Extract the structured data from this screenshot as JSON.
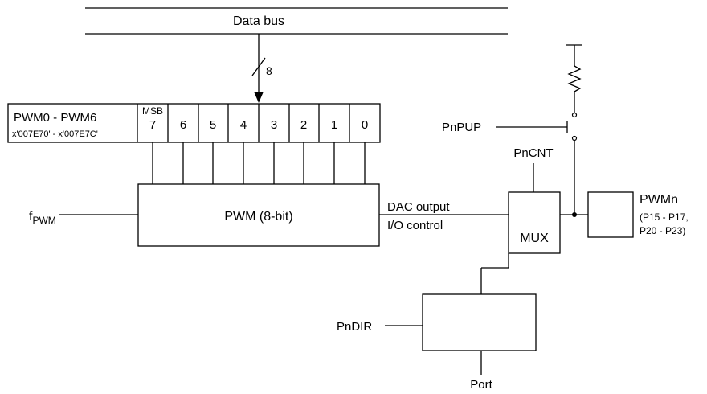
{
  "data_bus": {
    "label": "Data bus",
    "width_label": "8"
  },
  "register": {
    "name": "PWM0 - PWM6",
    "address": "x'007E70' - x'007E7C'",
    "msb_label": "MSB",
    "bits": [
      "7",
      "6",
      "5",
      "4",
      "3",
      "2",
      "1",
      "0"
    ]
  },
  "pwm_block": {
    "label": "PWM (8-bit)"
  },
  "clock_input": {
    "base": "f",
    "subscript": "PWM"
  },
  "dac_signal": {
    "line1": "DAC output",
    "line2": "I/O control"
  },
  "mux": {
    "label": "MUX",
    "control": "PnCNT"
  },
  "pullup": {
    "control": "PnPUP"
  },
  "direction": {
    "control": "PnDIR",
    "output": "Port"
  },
  "pin": {
    "name": "PWMn",
    "line1": "(P15 - P17,",
    "line2": "P20 - P23)"
  }
}
